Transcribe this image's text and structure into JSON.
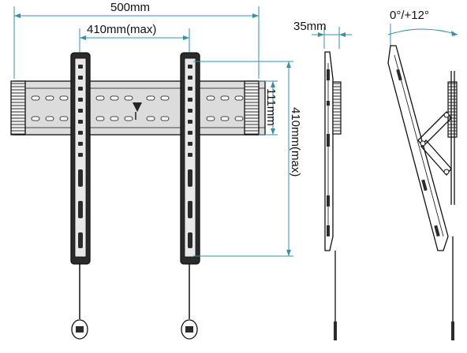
{
  "labels": {
    "width_overall": "500mm",
    "width_max": "410mm(max)",
    "depth": "35mm",
    "height_rail": "111mm",
    "height_max": "410mm(max)",
    "tilt": "0°/+12°"
  },
  "colors": {
    "dimension_line": "#3a8fa8",
    "drawing": "#111111",
    "plate_fill": "#d9d9d9",
    "pad_fill": "#555555"
  }
}
